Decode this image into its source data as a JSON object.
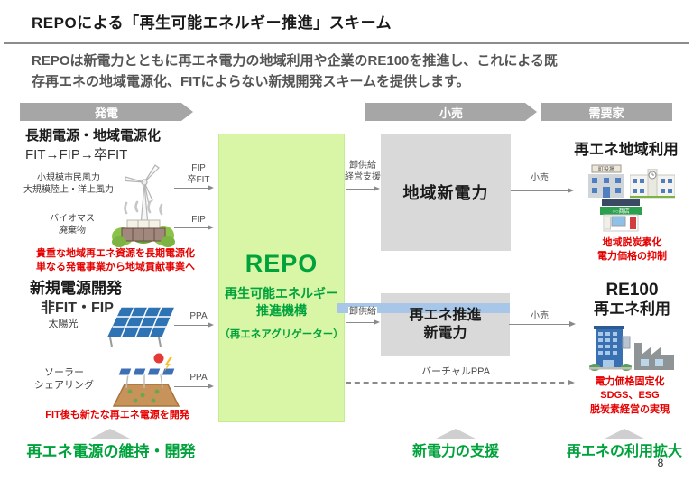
{
  "page": {
    "title": "REPOによる「再生可能エネルギー推進」スキーム",
    "number": "8"
  },
  "intro": {
    "line1": "REPOは新電力とともに再エネ電力の地域利用や企業のRE100を推進し、これによる既",
    "line2": "存再エネの地域電源化、FITによらない新規開発スキームを提供します。"
  },
  "bands": {
    "generation": "発電",
    "retail": "小売",
    "consumer": "需要家"
  },
  "left": {
    "heading1": "長期電源・地域電源化",
    "heading1_sub": "FIT→FIP→卒FIT",
    "wind_label1": "小規模市民風力",
    "wind_label2": "大規模陸上・洋上風力",
    "biomass_label1": "バイオマス",
    "biomass_label2": "廃棄物",
    "note1_line1": "貴重な地域再エネ資源を長期電源化",
    "note1_line2": "単なる発電事業から地域貢献事業へ",
    "heading2": "新規電源開発",
    "heading2_sub": "非FIT・FIP",
    "solar_label": "太陽光",
    "sharing_label1": "ソーラー",
    "sharing_label2": "シェアリング",
    "note2": "FIT後も新たな再エネ電源を開発"
  },
  "flows": {
    "fip_graduation": [
      "FIP",
      "卒FIT"
    ],
    "fip": "FIP",
    "ppa_top": "PPA",
    "ppa_bottom": "PPA",
    "wholesale_support": [
      "卸供給",
      "経営支援"
    ],
    "wholesale": "卸供給",
    "retail_top": "小売",
    "retail_bottom": "小売",
    "virtual_ppa": "バーチャルPPA"
  },
  "repo": {
    "name": "REPO",
    "sub1": "再生可能エネルギー",
    "sub2": "推進機構",
    "sub3": "（再エネアグリゲーター）"
  },
  "boxes": {
    "regional_power": "地域新電力",
    "repromo_line1": "再エネ推進",
    "repromo_line2": "新電力"
  },
  "right": {
    "heading1": "再エネ地域利用",
    "town_hall_sign": "町役場",
    "shop_sign": "○○商店",
    "note1_line1": "地域脱炭素化",
    "note1_line2": "電力価格の抑制",
    "heading2_line1": "RE100",
    "heading2_line2": "再エネ利用",
    "note2_line1": "電力価格固定化",
    "note2_line2": "SDGS、ESG",
    "note2_line3": "脱炭素経営の実現"
  },
  "footer": {
    "labels": [
      "再エネ電源の維持・開発",
      "新電力の支援",
      "再エネの利用拡大"
    ]
  },
  "colors": {
    "accent_green": "#00a23c",
    "repo_box_green": "#d8f6a5",
    "box_gray": "#d9d9d9",
    "band_gray": "#a6a6a6",
    "note_red": "#e60000",
    "flow_blue": "#a7c6e8"
  }
}
